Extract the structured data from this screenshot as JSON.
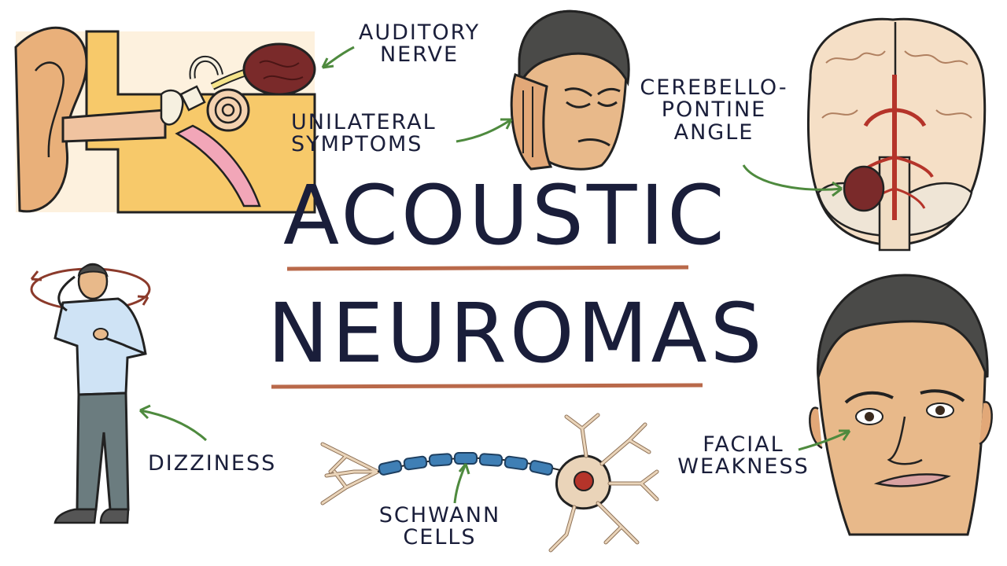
{
  "title": {
    "line1": "ACOUSTIC",
    "line2": "NEUROMAS"
  },
  "labels": {
    "auditory_nerve": "AUDITORY\nNERVE",
    "unilateral_symptoms": "UNILATERAL\nSYMPTOMS",
    "cerebellopontine_angle": "CEREBELLO-\nPONTINE\nANGLE",
    "dizziness": "DIZZINESS",
    "schwann_cells": "SCHWANN\nCELLS",
    "facial_weakness": "FACIAL\nWEAKNESS"
  },
  "colors": {
    "ink": "#1a1e3a",
    "underline": "#b9694a",
    "arrow": "#4e8a3e",
    "artery": "#b5342a",
    "tumor": "#7a2a2a",
    "skin": "#e8b98a",
    "hair": "#4a4a48",
    "shirt": "#cfe3f5",
    "pants": "#6b7c7f",
    "myelin": "#3f7fb5"
  }
}
